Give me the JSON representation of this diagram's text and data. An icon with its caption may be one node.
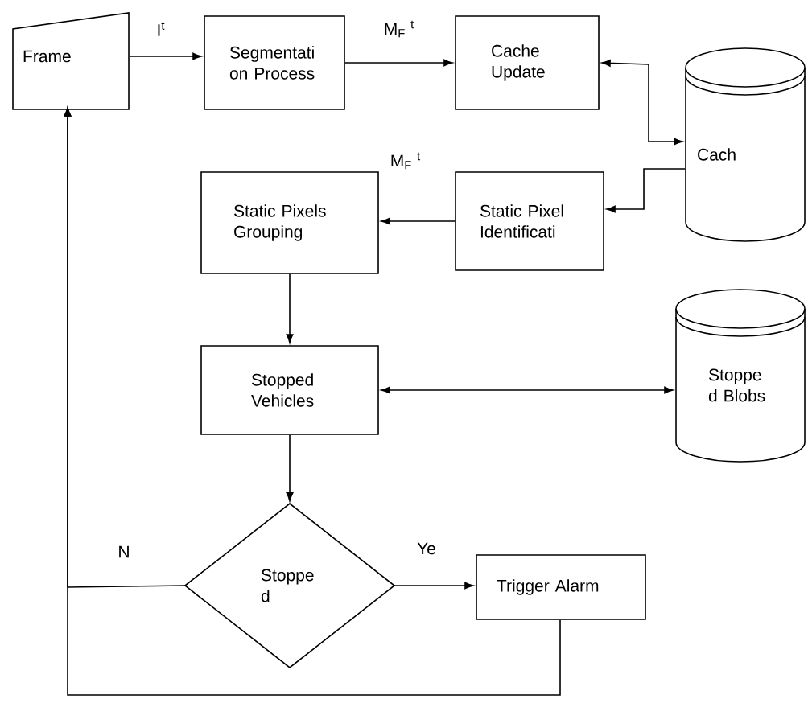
{
  "diagram": {
    "nodes": [
      {
        "text": [
          "Frame"
        ]
      },
      {
        "text": [
          "Segmentati on Process"
        ]
      },
      {
        "text": [
          "Cache Update"
        ]
      },
      {
        "text": [
          "Cach"
        ]
      },
      {
        "text": [
          "Static Pixels Grouping"
        ]
      },
      {
        "text": [
          "Static Pixel Identificati"
        ]
      },
      {
        "text": [
          "Stopped Vehicles"
        ]
      },
      {
        "text": [
          "Stoppe d Blobs"
        ]
      },
      {
        "text": [
          "Stoppe d"
        ]
      },
      {
        "text": [
          "Trigger Alarm"
        ]
      }
    ],
    "edges": [
      {
        "from": 0,
        "to": 1,
        "arrow": "to",
        "label": "I$^{t}$"
      },
      {
        "from": 1,
        "to": 2,
        "arrow": "to",
        "label": "M$_{F}$ $^{t}$"
      },
      {
        "from": 2,
        "to": 3,
        "arrow": "both"
      },
      {
        "from": 3,
        "to": 5,
        "arrow": "to"
      },
      {
        "from": 5,
        "to": 4,
        "arrow": "to",
        "label": "M$_{F}$ $^{t}$"
      },
      {
        "from": 4,
        "to": 6,
        "arrow": "to"
      },
      {
        "from": 6,
        "to": 7,
        "arrow": "both"
      },
      {
        "from": 6,
        "to": 8,
        "arrow": "to"
      },
      {
        "from": 8,
        "to": 9,
        "arrow": "to",
        "label": "Ye"
      },
      {
        "from": 8,
        "to": 0,
        "arrow": "to",
        "label": "N"
      },
      {
        "from": 9,
        "to": 0,
        "arrow": "to"
      }
    ]
  }
}
